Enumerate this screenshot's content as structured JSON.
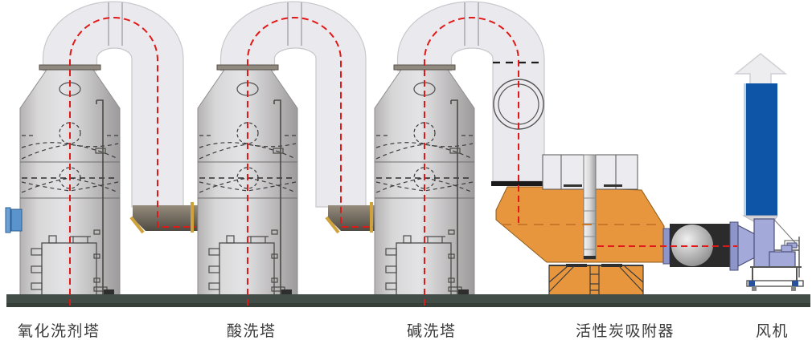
{
  "diagram": {
    "kind": "industrial waste-gas treatment process flow diagram",
    "background": "#ffffff"
  },
  "equipment": [
    {
      "id": "oxidation-scrubber-tower",
      "label": "氧化洗剂塔"
    },
    {
      "id": "acid-scrubber-tower",
      "label": "酸洗塔"
    },
    {
      "id": "alkali-scrubber-tower",
      "label": "碱洗塔"
    },
    {
      "id": "activated-carbon-adsorber",
      "label": "活性炭吸附器"
    },
    {
      "id": "fan",
      "label": "风机"
    }
  ],
  "icons": [
    {
      "name": "exhaust-arrow-icon",
      "meaning": "cleaned air discharged upward from stack"
    }
  ],
  "colors": {
    "flow_line_red": "#e01818",
    "flow_line_orange": "#c87828",
    "duct_gray": "#eae9ed",
    "tower_gray": "#d9d8da",
    "adsorber_orange": "#e8963e",
    "stack_blue": "#0e55a7",
    "fan_lavender": "#a3a9d8",
    "inlet_blue": "#5b93cc",
    "outlet_brown": "#6e675d",
    "gold_trim": "#d0a23c",
    "ground_dark": "#424d47",
    "label_text": "#3b3b3b"
  }
}
